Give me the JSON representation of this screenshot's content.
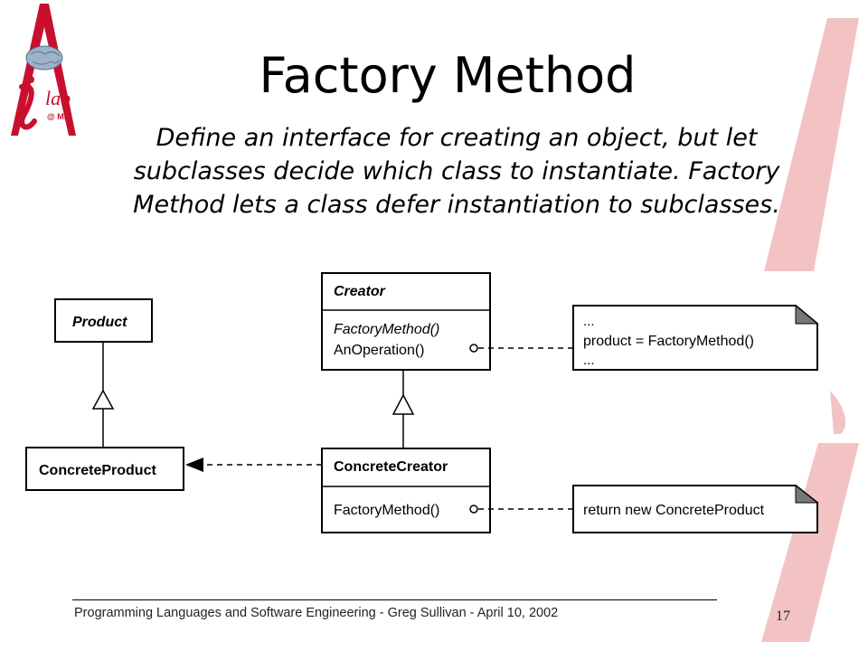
{
  "slide": {
    "title": "Factory Method",
    "subtitle_lines": [
      "Define an interface for creating an object, but let",
      "subclasses decide which class to instantiate. Factory",
      "Method lets a class defer instantiation to subclasses."
    ],
    "footer": "Programming Languages and Software Engineering  -  Greg Sullivan  -   April 10, 2002",
    "page_number": "17",
    "logo_text": "lab",
    "logo_subtext": "@ MIT"
  },
  "diagram": {
    "classes": {
      "product": {
        "name": "Product"
      },
      "concrete_product": {
        "name": "ConcreteProduct"
      },
      "creator": {
        "name": "Creator",
        "methods": [
          "FactoryMethod()",
          "AnOperation()"
        ]
      },
      "concrete_creator": {
        "name": "ConcreteCreator",
        "methods": [
          "FactoryMethod()"
        ]
      }
    },
    "notes": {
      "creator_note": [
        "...",
        "product = FactoryMethod()",
        "..."
      ],
      "concrete_creator_note": [
        "return new ConcreteProduct"
      ]
    }
  },
  "colors": {
    "logo_red": "#c8102e",
    "background_stroke": "#f3c3c3",
    "note_corner": "#777777"
  }
}
